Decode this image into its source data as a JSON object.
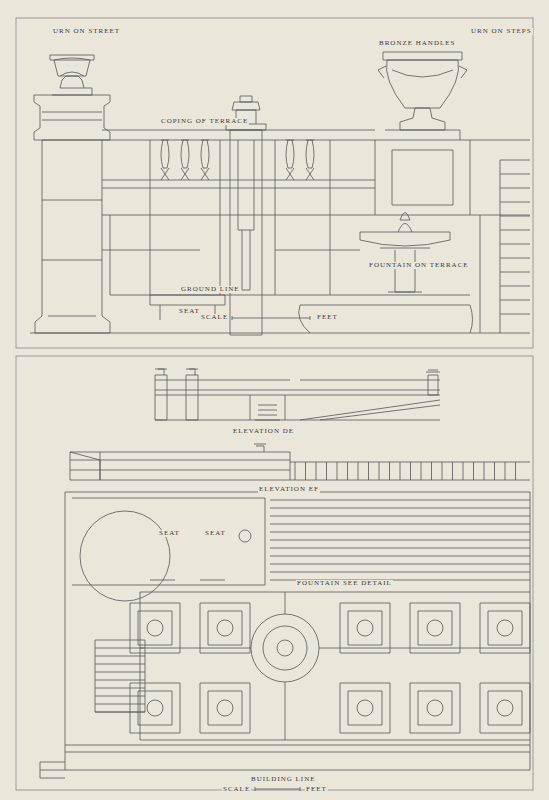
{
  "diagram": {
    "labels": [
      "URN ON STREET",
      "BRONZE HANDLES",
      "URN ON STEPS",
      "COPING OF TERRACE",
      "FOUNTAIN ON TERRACE",
      "SEAT",
      "GROUND LINE",
      "SCALE",
      "FEET",
      "ELEVATION DE",
      "ELEVATION EF",
      "SEAT",
      "SEAT",
      "FOUNTAIN SEE DETAIL",
      "BUILDING LINE",
      "SCALE",
      "FEET"
    ]
  }
}
